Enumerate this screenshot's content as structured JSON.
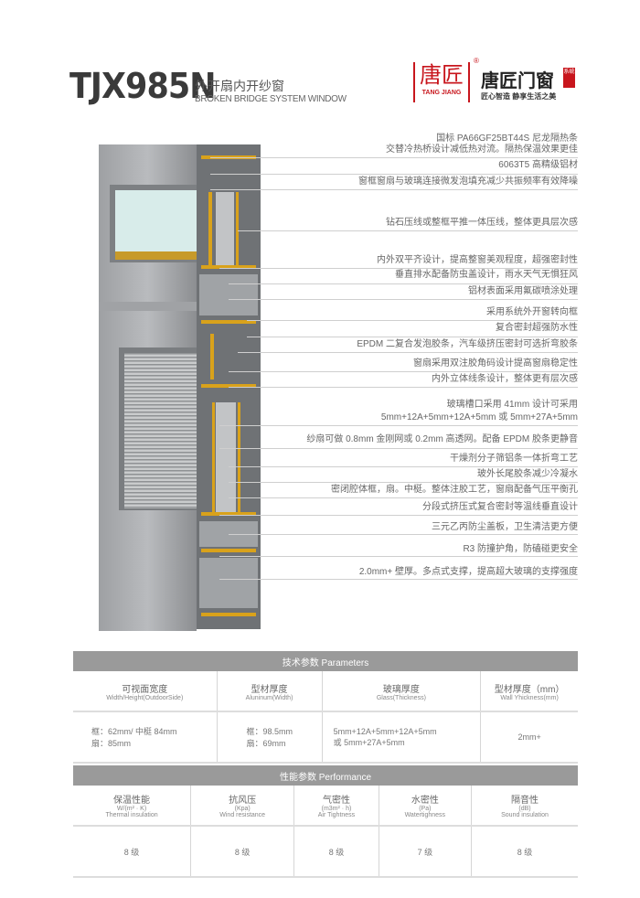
{
  "header": {
    "model": "TJX985N",
    "title_cn": "外开扇内开纱窗",
    "title_en": "BROKEN BRIDGE SYSTEM WINDOW"
  },
  "logo": {
    "mark": "唐匠",
    "mark_en": "TANG JIANG",
    "name": "唐匠门窗",
    "badge": "系统",
    "slogan": "匠心智造 静享生活之美",
    "reg": "®"
  },
  "colors": {
    "brand_red": "#c8161d",
    "table_header": "#9a9a9a",
    "gold": "#d9a21b"
  },
  "callouts": [
    "国标 PA66GF25BT44S 尼龙隔热条",
    "交替冷热桥设计减低热对流。隔热保温效果更佳",
    "6063T5 高精级铝材",
    "窗框窗扇与玻璃连接微发泡填充减少共振频率有效降噪",
    "钻石压线或整框平推一体压线，整体更具层次感",
    "内外双平齐设计，提高整窗美观程度，超强密封性",
    "垂直排水配备防虫盖设计，雨水天气无惧狂风",
    "铝材表面采用氟碳喷涂处理",
    "采用系统外开窗转向框",
    "复合密封超强防水性",
    "EPDM 二复合发泡胶条，汽车级挤压密封可选折弯胶条",
    "窗扇采用双注胶角码设计提高窗扇稳定性",
    "内外立体线条设计，整体更有层次感",
    "玻璃槽口采用 41mm 设计可采用",
    "5mm+12A+5mm+12A+5mm 或 5mm+27A+5mm",
    "纱扇可做 0.8mm 金刚网或 0.2mm 高透网。配备 EPDM 胶条更静音",
    "干燥剂分子筛铝条一体折弯工艺",
    "玻外长尾胶条减少冷凝水",
    "密闭腔体框，扇。中梃。整体注胶工艺，窗扇配备气压平衡孔",
    "分段式挤压式复合密封等温线垂直设计",
    "三元乙丙防尘盖板，卫生清洁更方便",
    "R3 防撞护角，防磕碰更安全",
    "2.0mm+ 壁厚。多点式支撑，提高超大玻璃的支撑强度"
  ],
  "params": {
    "title": "技术参数  Parameters",
    "cols": [
      {
        "cn": "可视面宽度",
        "en": "Width/Height(OutdoorSide)",
        "v1": "框：62mm/ 中梃 84mm",
        "v2": "扇：85mm"
      },
      {
        "cn": "型材厚度",
        "en": "Aluninum(Width)",
        "v1": "框：98.5mm",
        "v2": "扇：69mm"
      },
      {
        "cn": "玻璃厚度",
        "en": "Glass(Thickness)",
        "v1": "5mm+12A+5mm+12A+5mm",
        "v2": "或 5mm+27A+5mm"
      },
      {
        "cn": "型材厚度（mm）",
        "en": "Wall Yhickness(mm)",
        "v1": "2mm+",
        "v2": ""
      }
    ]
  },
  "performance": {
    "title": "性能参数  Performance",
    "cols": [
      {
        "cn": "保温性能",
        "unit": "W/(m² · K)",
        "en": "Thermal insulation",
        "v": "8 级"
      },
      {
        "cn": "抗风压",
        "unit": "(Kpa)",
        "en": "Wind resistance",
        "v": "8 级"
      },
      {
        "cn": "气密性",
        "unit": "(m3m² · h)",
        "en": "Air Tightness",
        "v": "8 级"
      },
      {
        "cn": "水密性",
        "unit": "(Pa)",
        "en": "Watertighness",
        "v": "7 级"
      },
      {
        "cn": "隔音性",
        "unit": "(dB)",
        "en": "Sound insulation",
        "v": "8 级"
      }
    ]
  }
}
